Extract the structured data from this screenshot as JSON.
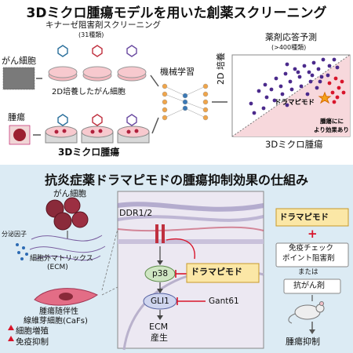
{
  "top": {
    "title": "3Dミクロ腫瘍モデルを用いた創薬スクリーニング",
    "screening_title": "キナーゼ阻害剤スクリーニング",
    "screening_count": "(31種類)",
    "cancer_cells": "がん細胞",
    "culture_2d": "2D培養したがん細胞",
    "tumor": "腫瘍",
    "micro_3d": "3Dミクロ腫瘍",
    "ml": "機械学習",
    "prediction_title": "薬剤応答予測",
    "prediction_count": "(>400種類)",
    "axis_y": "2D 培養",
    "axis_x": "3Dミクロ腫瘍",
    "highlight_drug": "ドラマピモド",
    "more_effective_line1": "腫瘍にに",
    "more_effective_line2": "より効果あり"
  },
  "bottom": {
    "title": "抗炎症薬ドラマピモドの腫瘍抑制効果の仕組み",
    "cancer_cells": "がん細胞",
    "secreted_factors": "分泌因子",
    "ecm_line1": "細胞外マトリックス",
    "ecm_line2": "(ECM)",
    "cafs_line1": "腫瘍随伴性",
    "cafs_line2": "線維芽細胞(CaFs)",
    "effect_1": "細胞増殖",
    "effect_2": "免疫抑制",
    "ddr": "DDR1/2",
    "p38": "p38",
    "drug": "ドラマピモド",
    "gli1": "GLI1",
    "gant61": "Gant61",
    "ecm_product_line1": "ECM",
    "ecm_product_line2": "産生",
    "combo_drug": "ドラマピモド",
    "plus": "+",
    "checkpoint_line1": "免疫チェック",
    "checkpoint_line2": "ポイント阻害剤",
    "or": "または",
    "anticancer": "抗がん剤",
    "suppression": "腫瘍抑制"
  },
  "colors": {
    "purple_dot": "#4b2a8c",
    "red_dot": "#d8152b",
    "star": "#f4a21a",
    "highlight_box": "#fbe7a6",
    "bottom_bg": "#dcebf4",
    "pink_region": "#f7d8dc"
  }
}
